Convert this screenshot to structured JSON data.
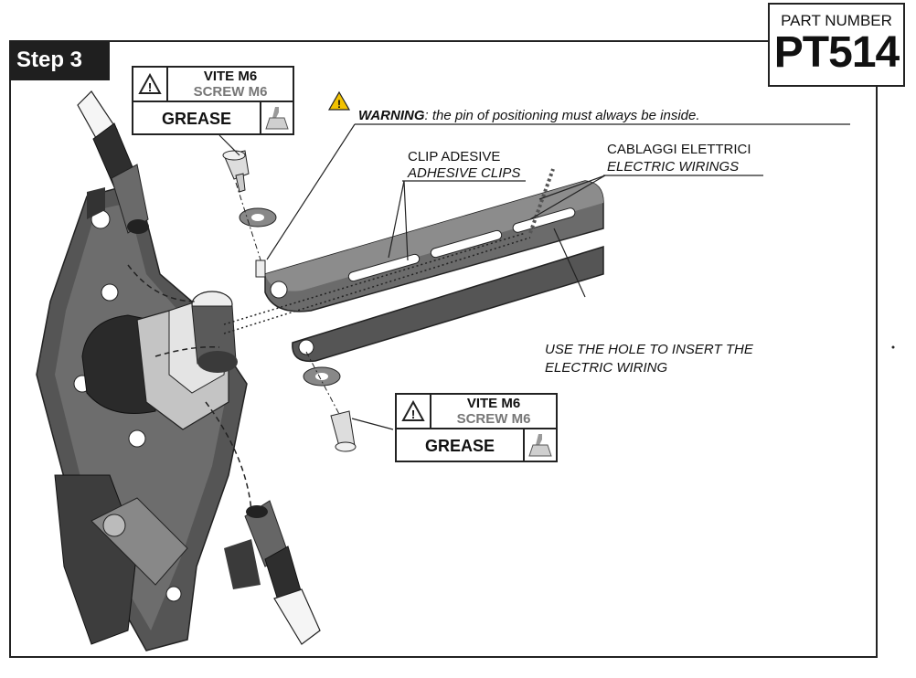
{
  "header": {
    "step_label": "Step 3",
    "part_number_label": "PART NUMBER",
    "part_number": "PT514"
  },
  "screw_table_top": {
    "name_it": "VITE M6",
    "name_en": "SCREW M6",
    "grease": "GREASE"
  },
  "screw_table_bottom": {
    "name_it": "VITE M6",
    "name_en": "SCREW M6",
    "grease": "GREASE"
  },
  "warning": {
    "keyword": "WARNING",
    "text": ": the pin of positioning must always be inside."
  },
  "labels": {
    "clip_it": "CLIP ADESIVE",
    "clip_en": "ADHESIVE CLIPS",
    "wiring_it": "CABLAGGI ELETTRICI",
    "wiring_en": "ELECTRIC WIRINGS",
    "hole_line1": "USE THE HOLE TO INSERT THE",
    "hole_line2": "ELECTRIC WIRING"
  },
  "colors": {
    "metal_dark": "#4a4a4a",
    "metal_mid": "#7a7a7a",
    "metal_light": "#b5b5b5",
    "warning_yellow": "#f2c200"
  }
}
